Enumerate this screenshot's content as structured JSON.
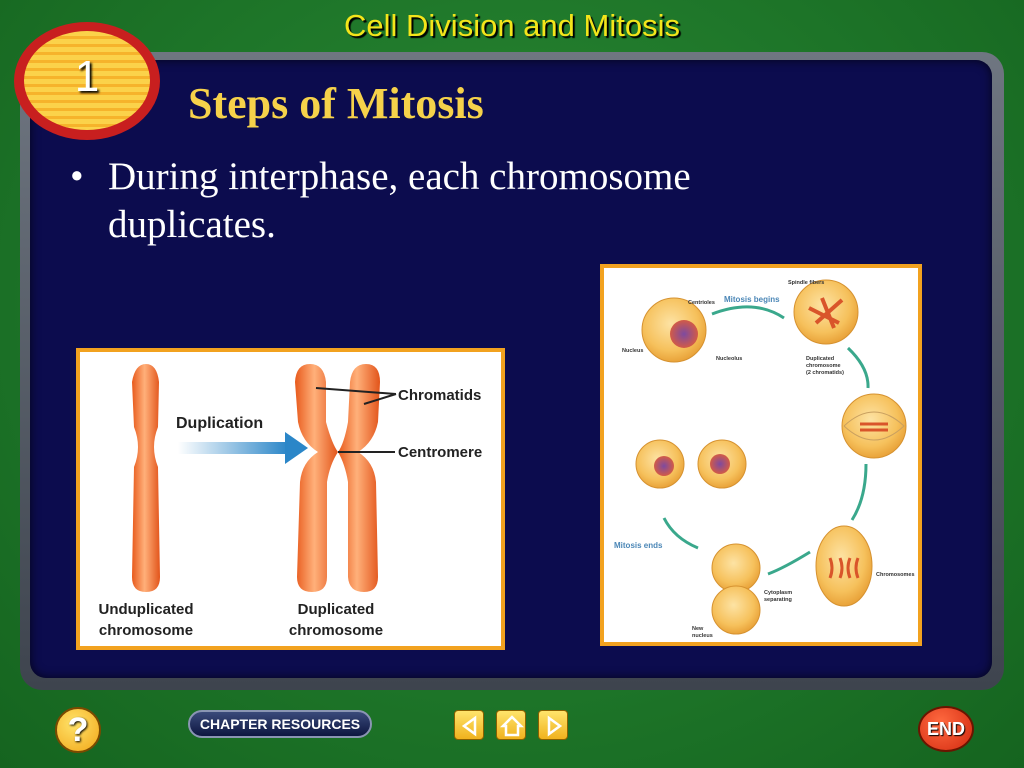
{
  "header": {
    "title": "Cell Division and Mitosis"
  },
  "badge": {
    "number": "1"
  },
  "slide": {
    "title": "Steps of Mitosis",
    "bullet_dot": "•",
    "bullet_text": "During interphase, each chromosome duplicates."
  },
  "chromosome_figure": {
    "duplication_label": "Duplication",
    "chromatids_label": "Chromatids",
    "centromere_label": "Centromere",
    "unduplicated_line1": "Unduplicated",
    "unduplicated_line2": "chromosome",
    "duplicated_line1": "Duplicated",
    "duplicated_line2": "chromosome"
  },
  "mitosis_figure": {
    "mitosis_begins": "Mitosis begins",
    "mitosis_ends": "Mitosis ends",
    "spindle_fibers": "Spindle fibers",
    "centrioles": "Centrioles",
    "nucleus": "Nucleus",
    "nucleolus": "Nucleolus",
    "duplicated_chromosome_1": "Duplicated",
    "duplicated_chromosome_2": "chromosome",
    "duplicated_chromosome_3": "(2 chromatids)",
    "chromosomes": "Chromosomes",
    "cytoplasm_1": "Cytoplasm",
    "cytoplasm_2": "separating",
    "new_nucleus_1": "New",
    "new_nucleus_2": "nucleus"
  },
  "nav": {
    "help_label": "?",
    "chapter_resources_label": "CHAPTER RESOURCES",
    "end_label": "END",
    "icons": [
      "previous-icon",
      "home-icon",
      "next-icon"
    ]
  },
  "colors": {
    "background": "#1e7a2c",
    "panel": "#0c0c4e",
    "title_gold": "#f6d24a",
    "header_yellow": "#f4e51a",
    "frame_orange": "#f2a21f",
    "chromosome_orange": "#f07a3a"
  }
}
